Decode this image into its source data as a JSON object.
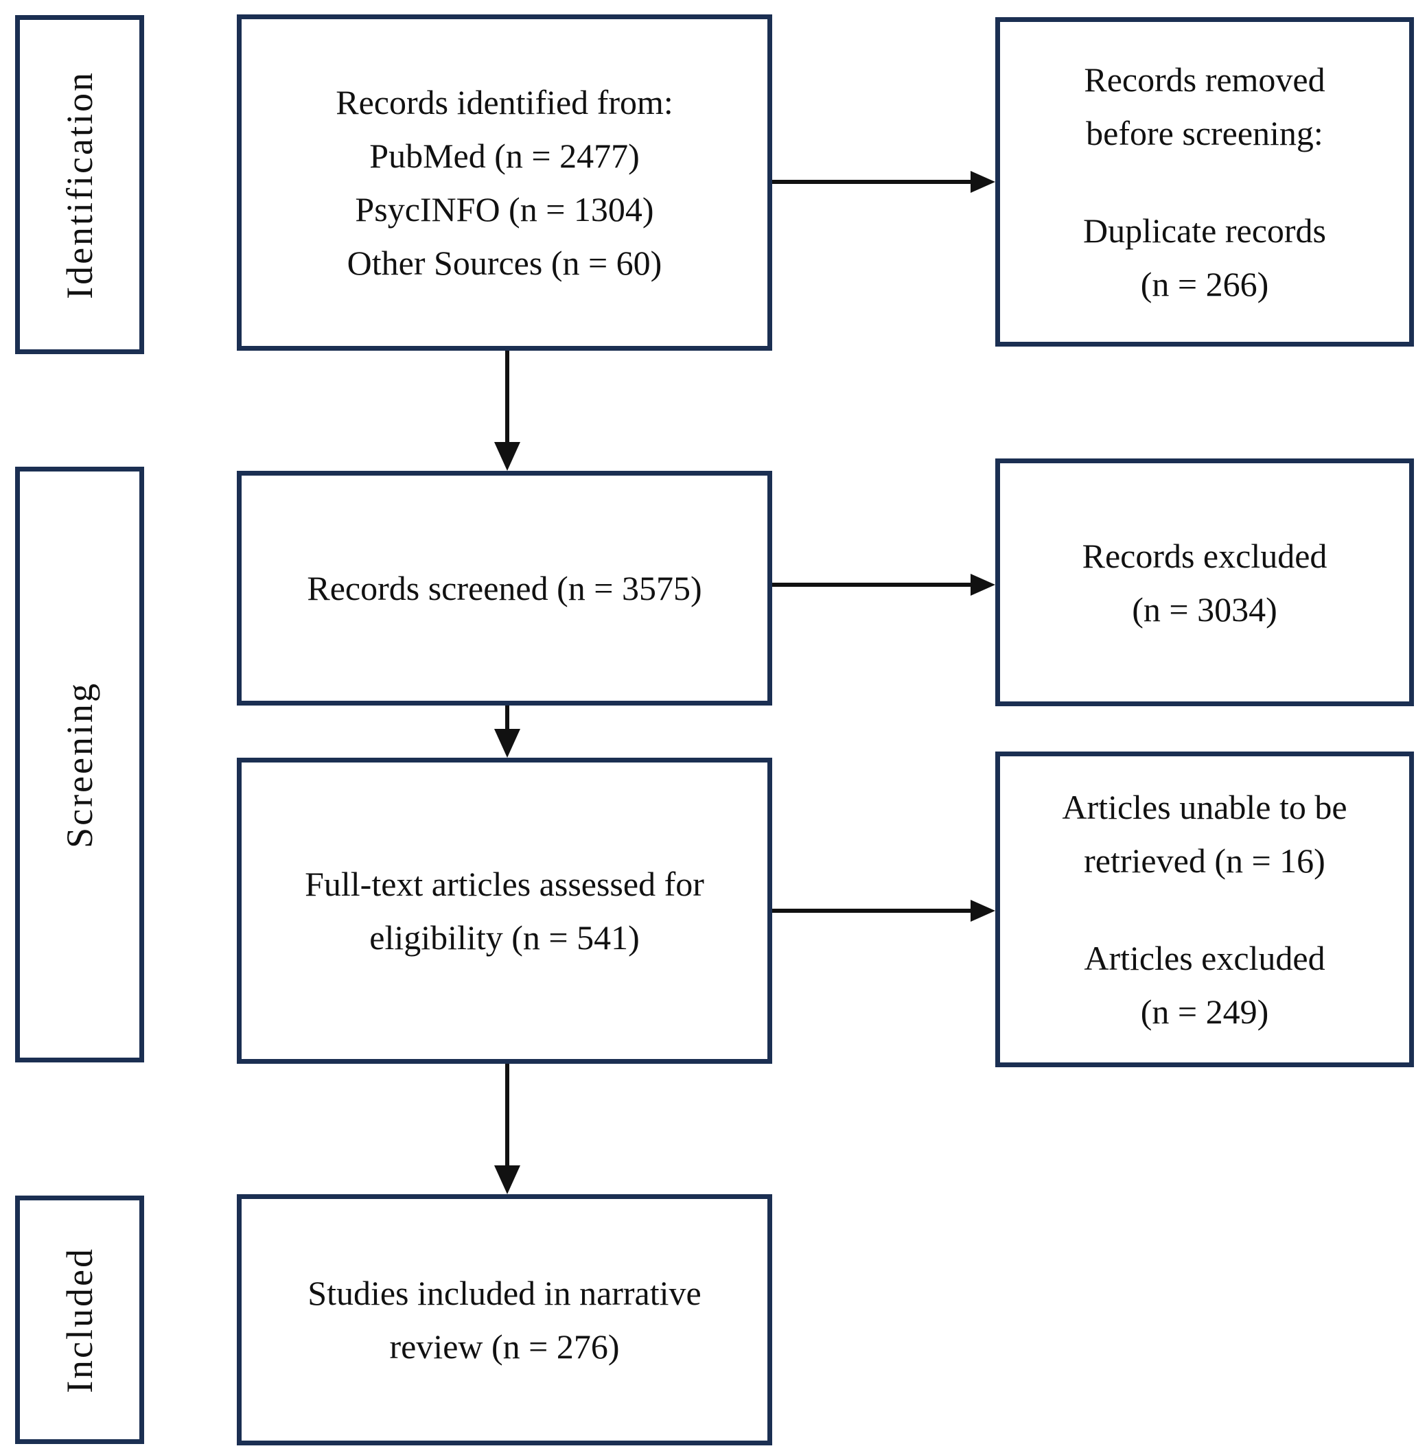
{
  "colors": {
    "box_border": "#1b2f52",
    "arrow": "#111111",
    "text": "#111111",
    "background": "#ffffff"
  },
  "stage_labels": {
    "identification": "Identification",
    "screening": "Screening",
    "included": "Included"
  },
  "boxes": {
    "records_identified": {
      "lines": [
        "Records identified from:",
        "PubMed (n = 2477)",
        "PsycINFO (n = 1304)",
        "Other Sources (n = 60)"
      ]
    },
    "records_removed": {
      "para1": [
        "Records removed",
        "before screening:"
      ],
      "para2": [
        "Duplicate records",
        "(n = 266)"
      ]
    },
    "records_screened": {
      "lines": [
        "Records screened (n = 3575)"
      ]
    },
    "records_excluded": {
      "lines": [
        "Records excluded",
        "(n = 3034)"
      ]
    },
    "fulltext_assessed": {
      "lines": [
        "Full-text articles assessed for",
        "eligibility (n = 541)"
      ]
    },
    "articles_excluded": {
      "para1": [
        "Articles unable to be",
        "retrieved (n = 16)"
      ],
      "para2": [
        "Articles excluded",
        "(n = 249)"
      ]
    },
    "studies_included": {
      "lines": [
        "Studies included in narrative",
        "review (n = 276)"
      ]
    }
  }
}
